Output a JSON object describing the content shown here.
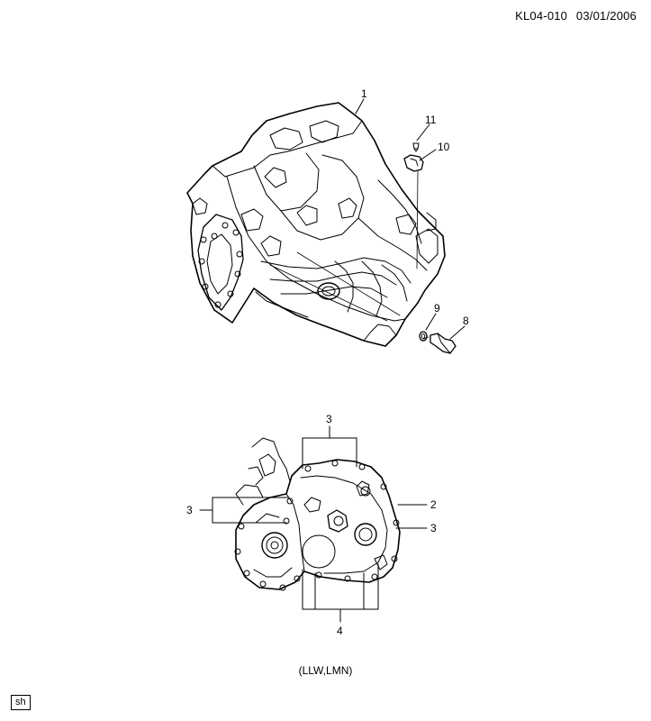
{
  "header": {
    "code": "KL04-010",
    "date": "03/01/2006"
  },
  "callouts": {
    "c1": "1",
    "c11": "11",
    "c10": "10",
    "c9": "9",
    "c8": "8",
    "c3_top": "3",
    "c3_left": "3",
    "c2": "2",
    "c3_right": "3",
    "c4": "4"
  },
  "variant_label": "(LLW,LMN)",
  "badge": "sh"
}
